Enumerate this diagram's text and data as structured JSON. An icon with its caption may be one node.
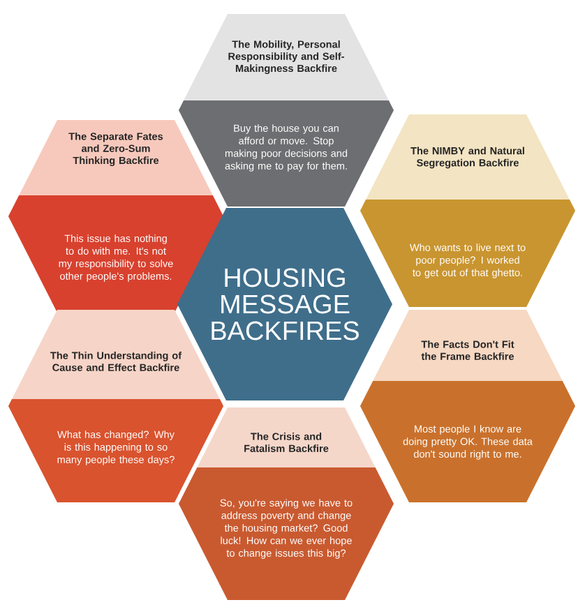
{
  "diagram": {
    "nodes": [
      {
        "text": [
          "The Mobility, Personal Responsibility and Self-Makingness Backfire",
          "Buy the house you can afford or move. Stop making poor decisions and asking me to pay for them."
        ]
      },
      {
        "text": [
          "The Separate Fates and Zero-Sum Thinking Backfire",
          "This issue has nothing to do with me. It's not my responsibility to solve other people's problems."
        ]
      },
      {
        "text": [
          "The NIMBY and Natural Segregation Backfire",
          "Who wants to live next to poor people? I worked to get out of that ghetto."
        ]
      },
      {
        "text": [
          "HOUSING MESSAGE BACKFIRES"
        ]
      },
      {
        "text": [
          "The Thin Understanding of Cause and Effect Backfire",
          "What has changed? Why is this happening to so many people these days?"
        ]
      },
      {
        "text": [
          "The Facts Don't Fit the Frame Backfire",
          "Most people I know are doing pretty OK. These data don't sound right to me."
        ]
      },
      {
        "text": [
          "The Crisis and Fatalism Backfire",
          "So, you're saying we have to address poverty and change the housing market? Good luck! How can we ever hope to change issues this big?"
        ]
      }
    ]
  }
}
